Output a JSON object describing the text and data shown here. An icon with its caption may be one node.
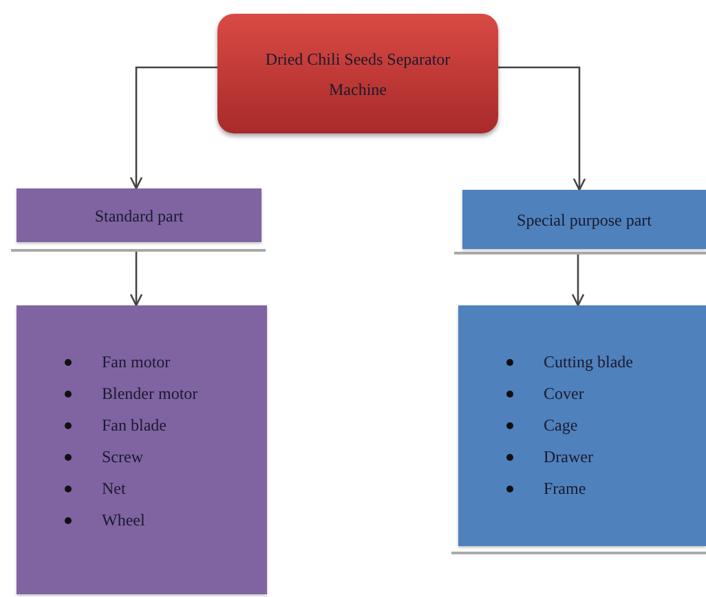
{
  "diagram": {
    "nodes": [
      {
        "text": [
          "Dried Chili Seeds Separator Machine"
        ]
      },
      {
        "text": [
          "Standard part"
        ]
      },
      {
        "text": [
          "Special purpose part"
        ]
      },
      {
        "text": [
          "Fan motor",
          "Blender motor",
          "Fan blade",
          "Screw",
          "Net",
          "Wheel"
        ]
      },
      {
        "text": [
          "Cutting blade",
          "Cover",
          "Cage",
          "Drawer",
          "Frame"
        ]
      }
    ],
    "edges": [
      {
        "from": 0,
        "to": 1,
        "arrow": "to"
      },
      {
        "from": 0,
        "to": 2,
        "arrow": "to"
      },
      {
        "from": 1,
        "to": 3,
        "arrow": "to"
      },
      {
        "from": 2,
        "to": 4,
        "arrow": "to"
      }
    ]
  }
}
